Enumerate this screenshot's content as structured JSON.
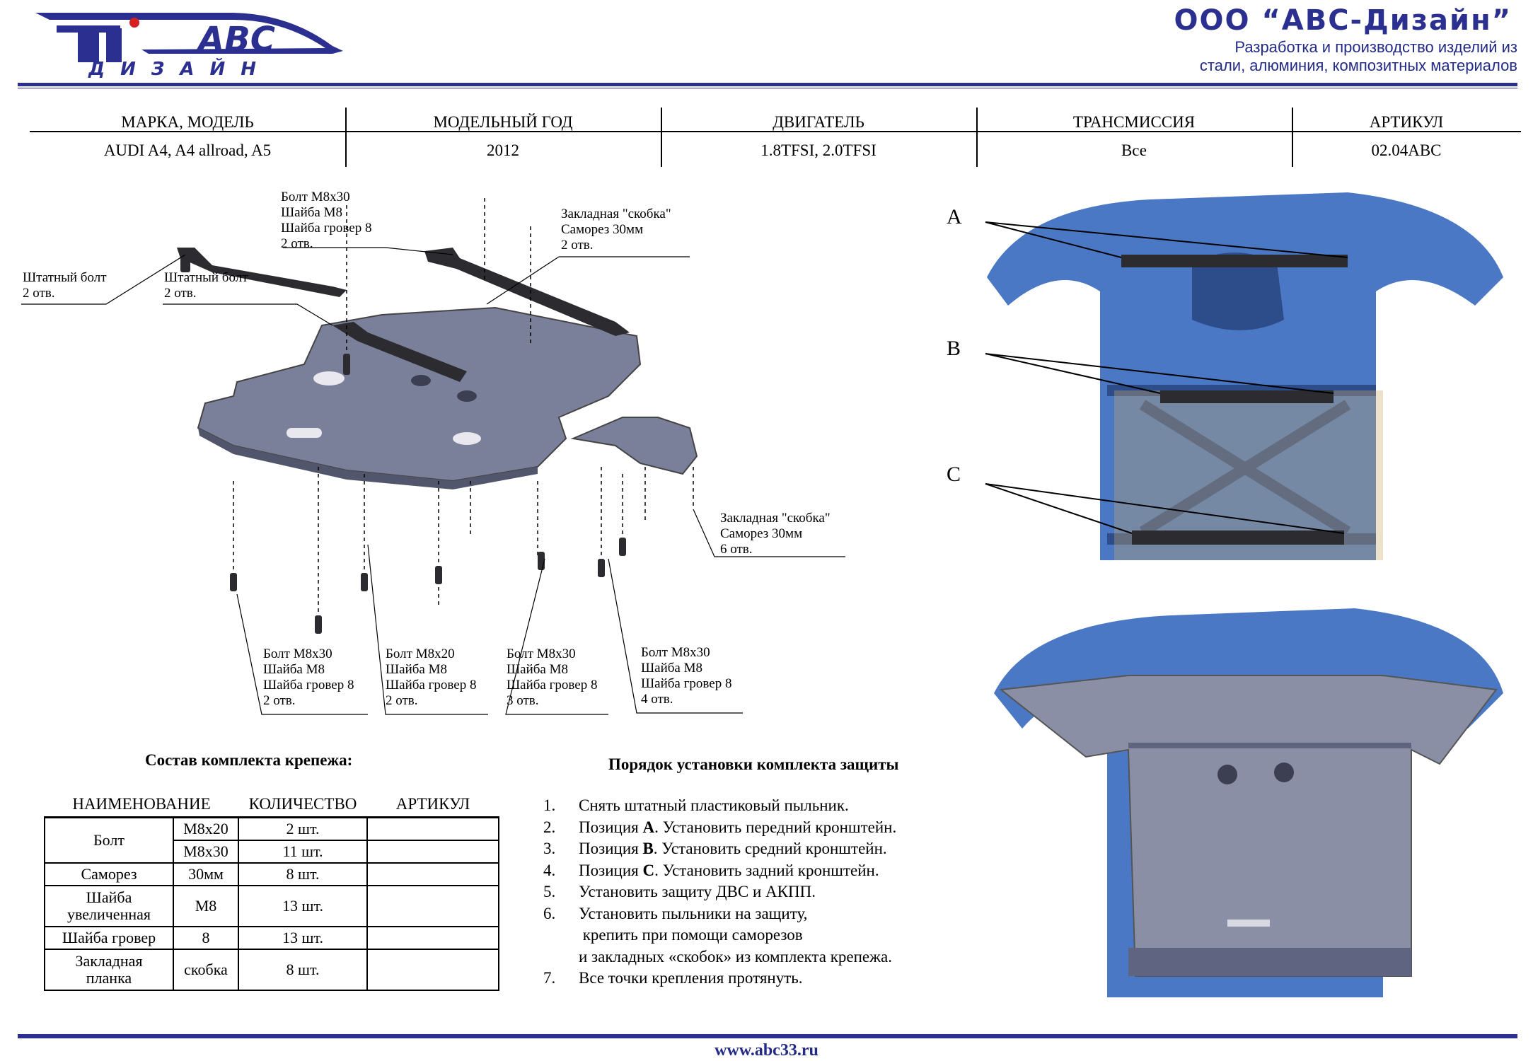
{
  "header": {
    "logo_text_top": "АВС",
    "logo_text_bottom": "ДИЗАЙН",
    "company": "ООО “АВС-Дизайн”",
    "tagline_line1": "Разработка и производство изделий из",
    "tagline_line2": "стали, алюминия, композитных материалов"
  },
  "spec_table": {
    "headers": [
      "МАРКА, МОДЕЛЬ",
      "МОДЕЛЬНЫЙ ГОД",
      "ДВИГАТЕЛЬ",
      "ТРАНСМИССИЯ",
      "АРТИКУЛ"
    ],
    "values": [
      "AUDI  A4, A4 allroad, A5",
      "2012",
      "1.8TFSI, 2.0TFSI",
      "Все",
      "02.04ABC"
    ]
  },
  "callouts": {
    "bolt_top": [
      "Болт М8х30",
      "Шайба М8",
      "Шайба гровер 8",
      "2 отв."
    ],
    "bracket_top": [
      "Закладная \"скобка\"",
      "Саморез 30мм",
      "2 отв."
    ],
    "std_bolt_left": [
      "Штатный болт",
      "2 отв."
    ],
    "std_bolt_mid": [
      "Штатный болт",
      "2 отв."
    ],
    "bracket_right": [
      "Закладная \"скобка\"",
      "Саморез 30мм",
      "6 отв."
    ],
    "bottom_1": [
      "Болт М8х30",
      "Шайба М8",
      "Шайба гровер 8",
      "2 отв."
    ],
    "bottom_2": [
      "Болт М8х20",
      "Шайба М8",
      "Шайба гровер 8",
      "2 отв."
    ],
    "bottom_3": [
      "Болт М8х30",
      "Шайба М8",
      "Шайба гровер 8",
      "3 отв."
    ],
    "bottom_4": [
      "Болт М8х30",
      "Шайба М8",
      "Шайба гровер 8",
      "4 отв."
    ]
  },
  "positions": [
    "A",
    "B",
    "C"
  ],
  "fasteners": {
    "title": "Состав комплекта крепежа:",
    "headers": [
      "НАИМЕНОВАНИЕ",
      "КОЛИЧЕСТВО",
      "АРТИКУЛ"
    ],
    "rows": {
      "bolt": {
        "name": "Болт",
        "size1": "М8х20",
        "qty1": "2 шт.",
        "size2": "М8х30",
        "qty2": "11 шт."
      },
      "screw": {
        "name": "Саморез",
        "size": "30мм",
        "qty": "8 шт."
      },
      "washer": {
        "name_line1": "Шайба",
        "name_line2": "увеличенная",
        "size": "М8",
        "qty": "13 шт."
      },
      "grover": {
        "name": "Шайба гровер",
        "size": "8",
        "qty": "13 шт."
      },
      "plank": {
        "name_line1": "Закладная",
        "name_line2": "планка",
        "size": "скобка",
        "qty": "8 шт."
      }
    }
  },
  "install": {
    "title": "Порядок установки комплекта защиты",
    "steps": [
      {
        "num": "1.",
        "pre": "Снять штатный пластиковый пыльник.",
        "bold": "",
        "post": ""
      },
      {
        "num": "2.",
        "pre": "Позиция ",
        "bold": "А",
        "post": ". Установить передний кронштейн."
      },
      {
        "num": "3.",
        "pre": "Позиция ",
        "bold": "В",
        "post": ". Установить средний кронштейн."
      },
      {
        "num": "4.",
        "pre": "Позиция ",
        "bold": "С",
        "post": ". Установить задний кронштейн."
      },
      {
        "num": "5.",
        "pre": "Установить защиту ДВС и АКПП.",
        "bold": "",
        "post": ""
      },
      {
        "num": "6.",
        "pre": "Установить пыльники на защиту,\n крепить при помощи саморезов\nи закладных «скобок» из комплекта крепежа.",
        "bold": "",
        "post": ""
      },
      {
        "num": "7.",
        "pre": "Все точки крепления протянуть.",
        "bold": "",
        "post": ""
      }
    ]
  },
  "footer": {
    "url": "www.abc33.ru"
  },
  "colors": {
    "brand": "#2b2f8f",
    "scan_blue": "#3f6fbf",
    "plate_grey": "#7a7f9a",
    "bracket_dark": "#2c2c30"
  }
}
